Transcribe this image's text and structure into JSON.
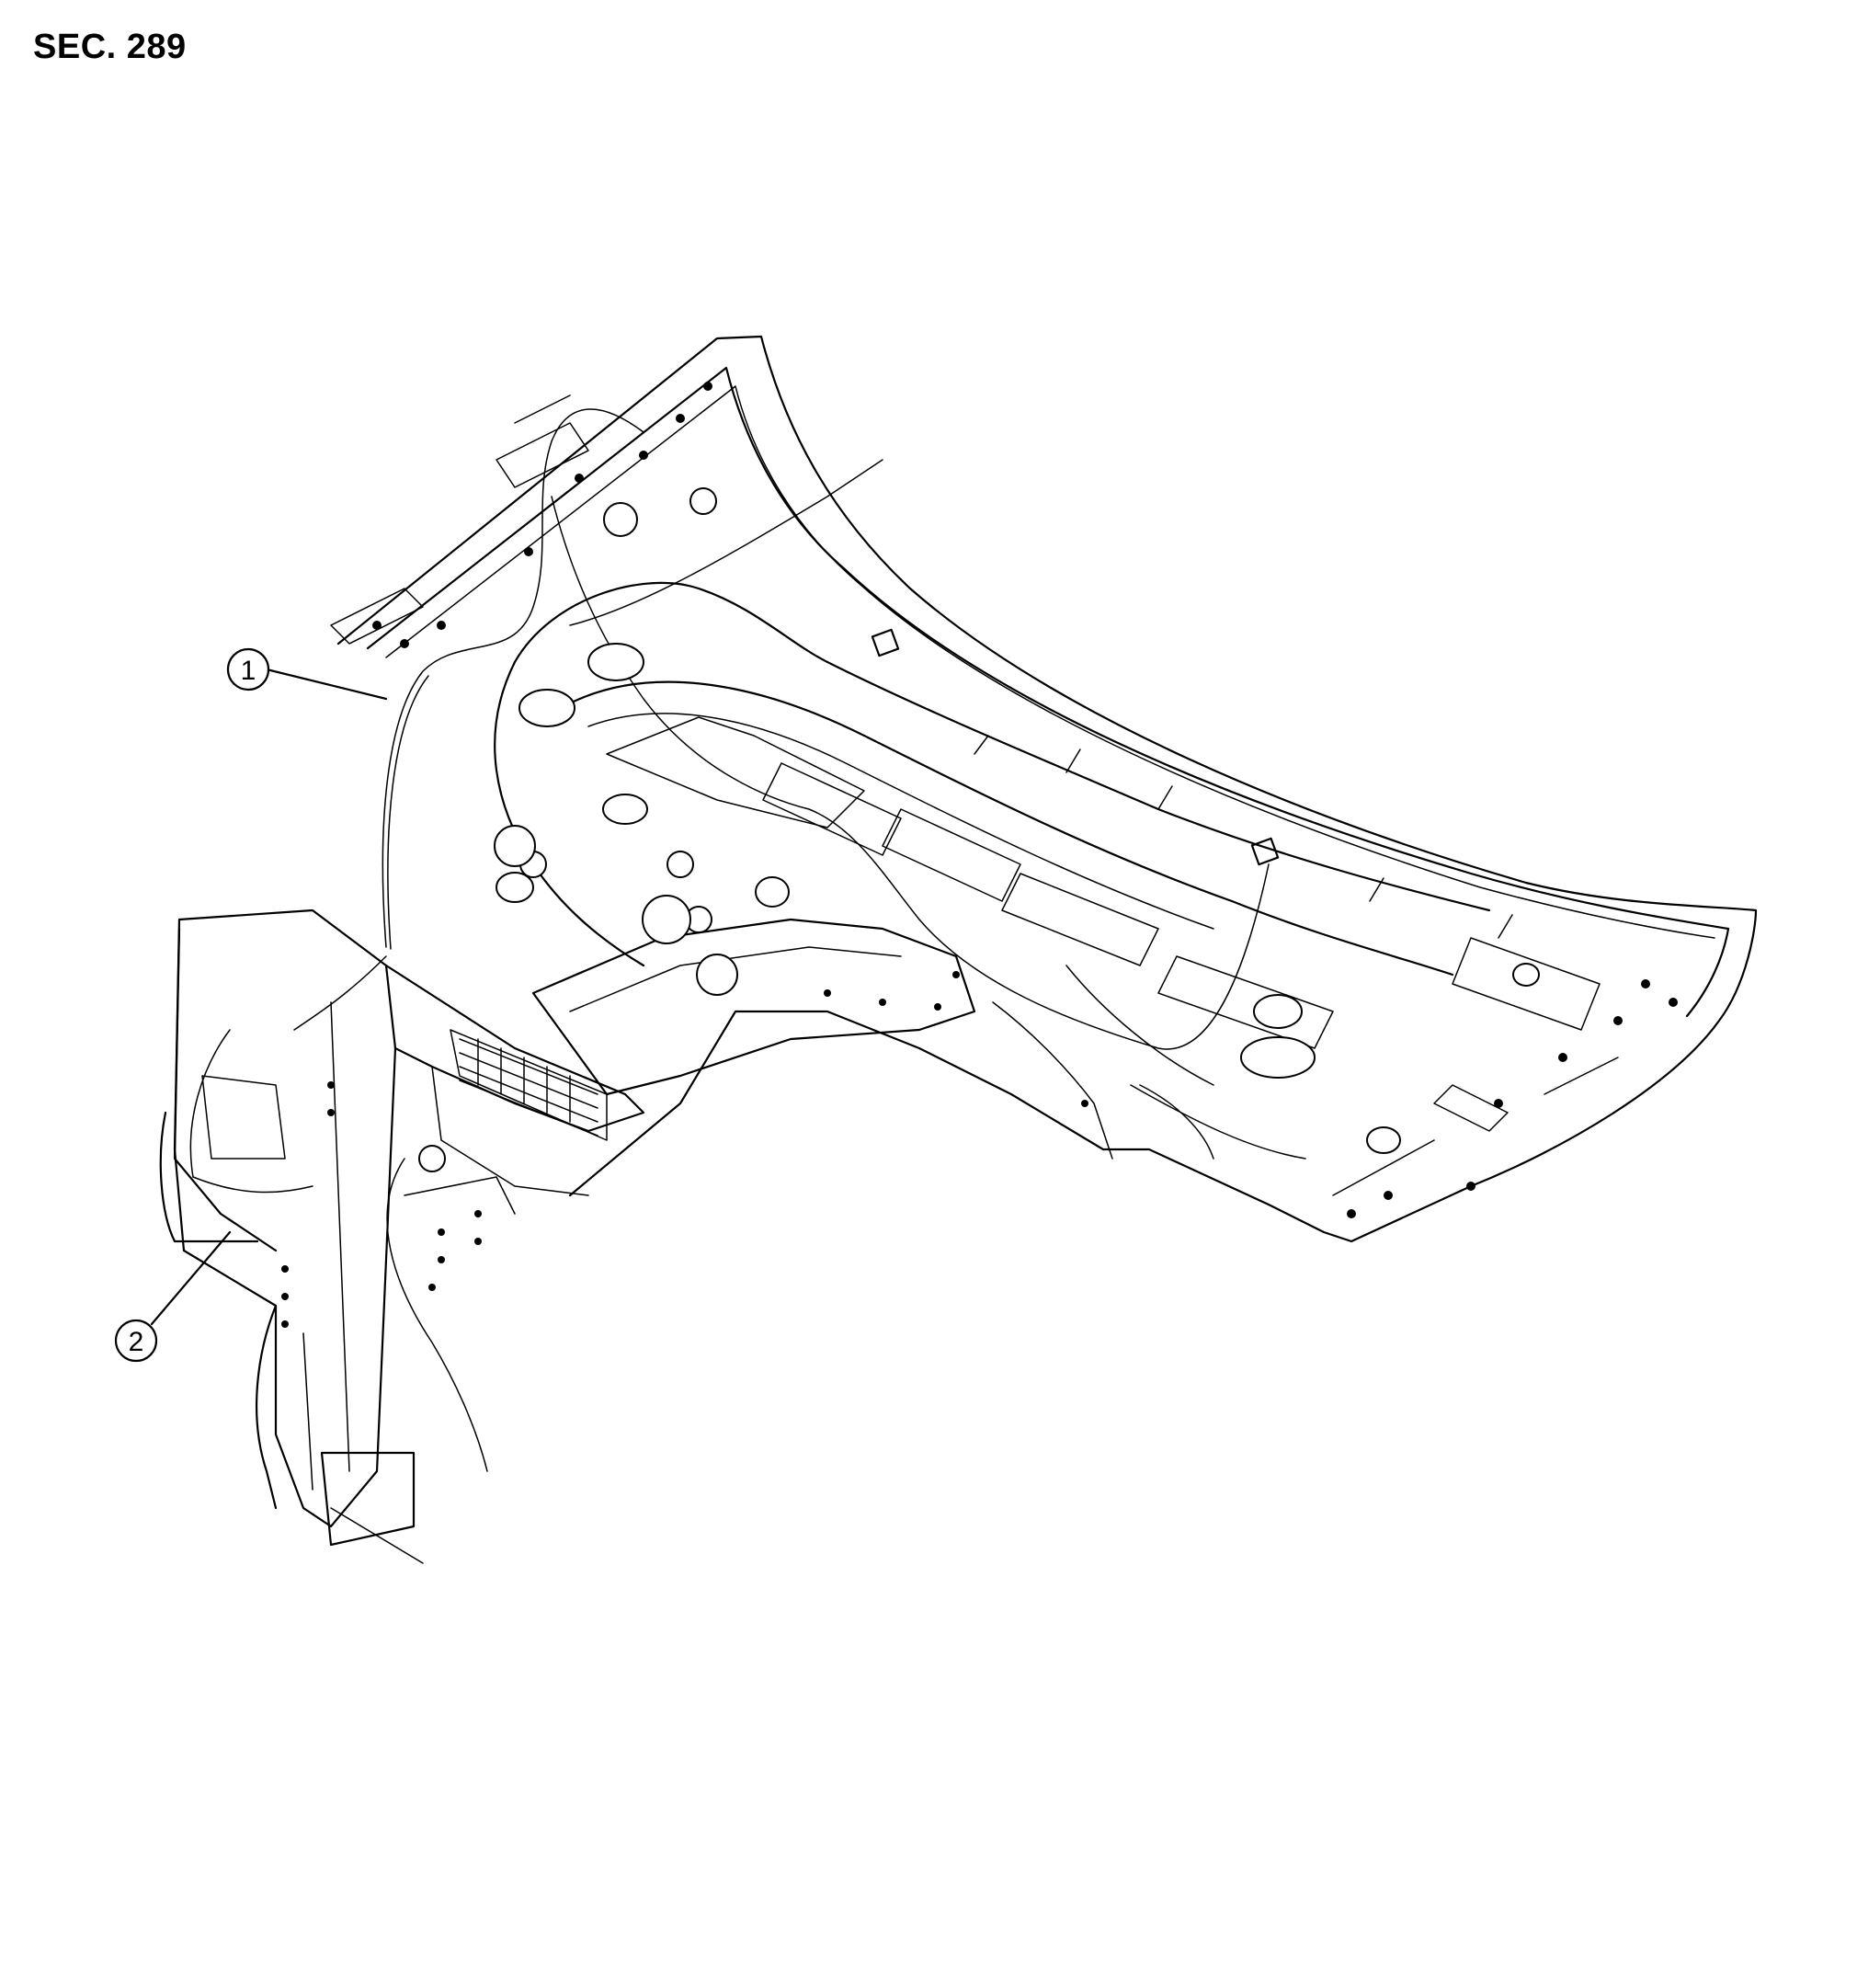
{
  "section": "SEC. 289",
  "callouts": [
    {
      "number": "1"
    },
    {
      "number": "2"
    }
  ],
  "colors": {
    "line": "#000000",
    "background": "#ffffff"
  }
}
